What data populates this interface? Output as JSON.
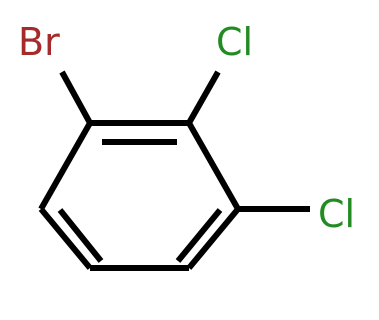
{
  "molecule": {
    "atoms": {
      "bromine": {
        "label": "Br",
        "color": "#a52a2a"
      },
      "chlorine_1": {
        "label": "Cl",
        "color": "#228b22"
      },
      "chlorine_2": {
        "label": "Cl",
        "color": "#228b22"
      }
    },
    "bond_color": "#000000"
  }
}
